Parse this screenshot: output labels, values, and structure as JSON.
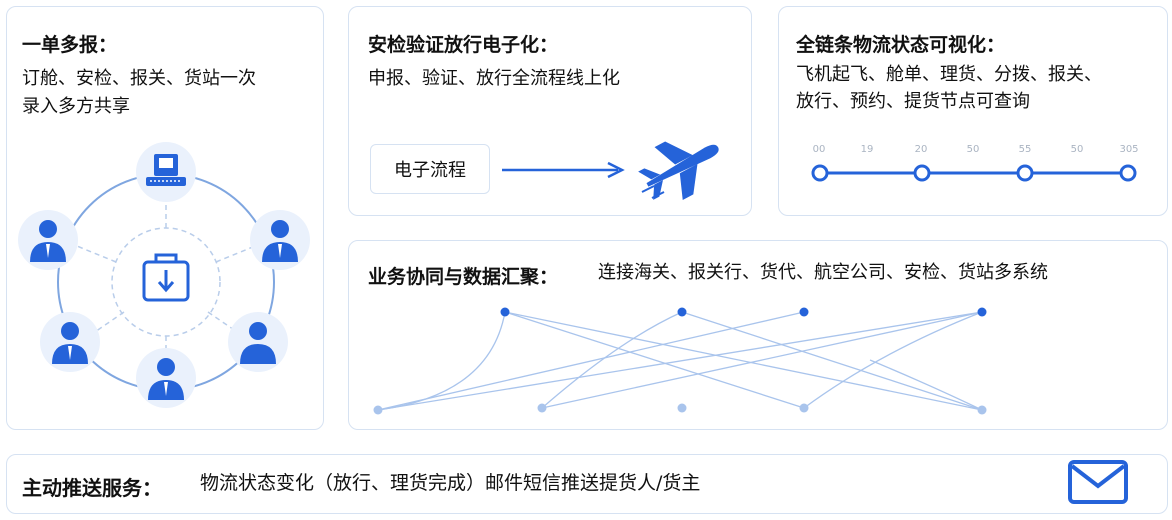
{
  "panel1": {
    "title": "一单多报：",
    "desc_line1": "订舱、安检、报关、货站一次",
    "desc_line2": "录入多方共享"
  },
  "panel2": {
    "title": "安检验证放行电子化：",
    "desc": "申报、验证、放行全流程线上化",
    "flow_label": "电子流程"
  },
  "panel3": {
    "title": "全链条物流状态可视化：",
    "desc_line1": "飞机起飞、舱单、理货、分拨、报关、",
    "desc_line2": "放行、预约、提货节点可查询",
    "ticks": [
      "00",
      "19",
      "20",
      "50",
      "55",
      "50",
      "305"
    ]
  },
  "panel4": {
    "title": "业务协同与数据汇聚：",
    "desc": "连接海关、报关行、货代、航空公司、安检、货站多系统"
  },
  "panel5": {
    "title": "主动推送服务：",
    "desc": "物流状态变化（放行、理货完成）邮件短信推送提货人/货主"
  },
  "colors": {
    "accent": "#2563d9",
    "border": "#d6e2f2",
    "light_line": "#a9c4ec"
  },
  "icons": [
    "building-icon",
    "person-icon",
    "briefcase-download-icon",
    "airplane-icon",
    "mail-icon"
  ]
}
